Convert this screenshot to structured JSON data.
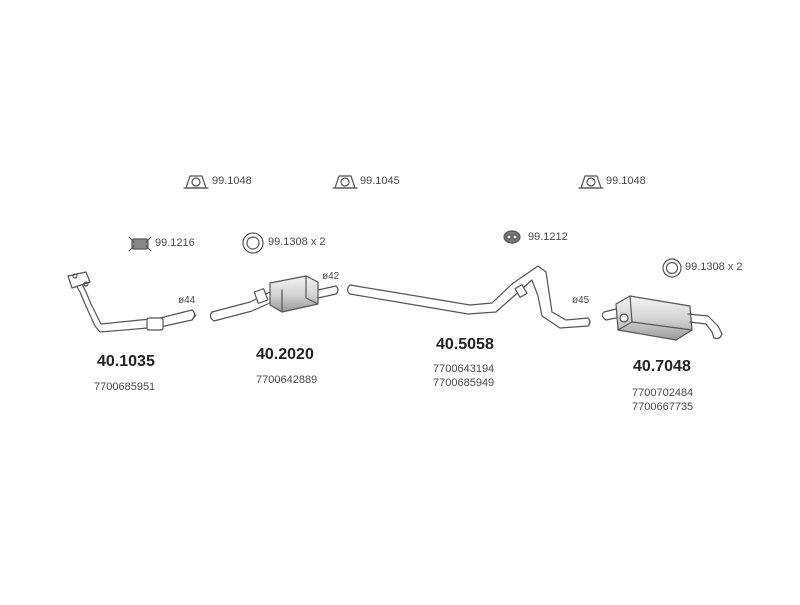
{
  "clamps": [
    {
      "code": "99.1048"
    },
    {
      "code": "99.1045"
    },
    {
      "code": "99.1048"
    }
  ],
  "hardware": [
    {
      "code": "99.1216",
      "icon": "rubber-mount-icon"
    },
    {
      "code": "99.1308 x 2",
      "icon": "gasket-ring-icon"
    },
    {
      "code": "99.1212",
      "icon": "hanger-icon"
    },
    {
      "code": "99.1308 x 2",
      "icon": "gasket-ring-icon"
    }
  ],
  "diameters": {
    "d44": "ø44",
    "d42": "ø42",
    "d45": "ø45"
  },
  "parts": [
    {
      "number": "40.1035",
      "oem": [
        "7700685951"
      ]
    },
    {
      "number": "40.2020",
      "oem": [
        "7700642889"
      ]
    },
    {
      "number": "40.5058",
      "oem": [
        "7700643194",
        "7700685949"
      ]
    },
    {
      "number": "40.7048",
      "oem": [
        "7700702484",
        "7700667735"
      ]
    }
  ],
  "colors": {
    "line": "#555555",
    "muffler_fill": "#dcdcdc",
    "text": "#333333"
  }
}
